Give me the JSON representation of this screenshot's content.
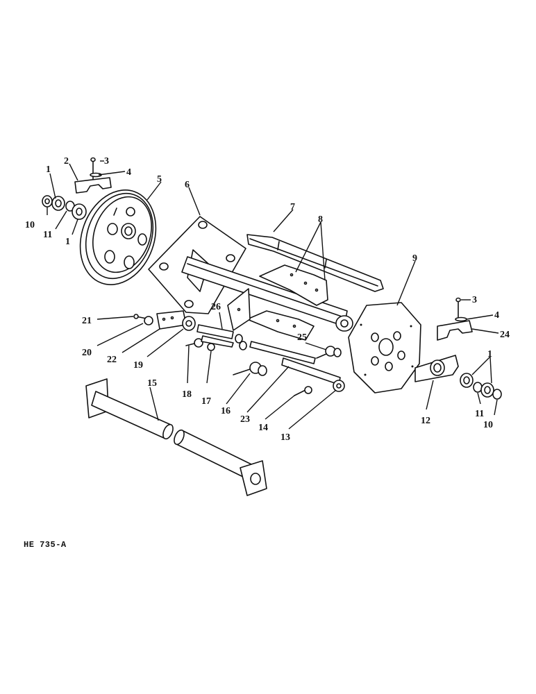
{
  "diagram": {
    "caption": "HE 735-A",
    "labels": {
      "l1a": "1",
      "l1b": "1",
      "l1c": "1",
      "l2": "2",
      "l3a": "3",
      "l3b": "3",
      "l4a": "4",
      "l4b": "4",
      "l5": "5",
      "l6": "6",
      "l7": "7",
      "l8": "8",
      "l9": "9",
      "l10a": "10",
      "l10b": "10",
      "l11a": "11",
      "l11b": "11",
      "l12": "12",
      "l13": "13",
      "l14": "14",
      "l15": "15",
      "l16": "16",
      "l17": "17",
      "l18": "18",
      "l19": "19",
      "l20": "20",
      "l21": "21",
      "l22": "22",
      "l23": "23",
      "l24": "24",
      "l25": "25",
      "l26": "26"
    }
  }
}
